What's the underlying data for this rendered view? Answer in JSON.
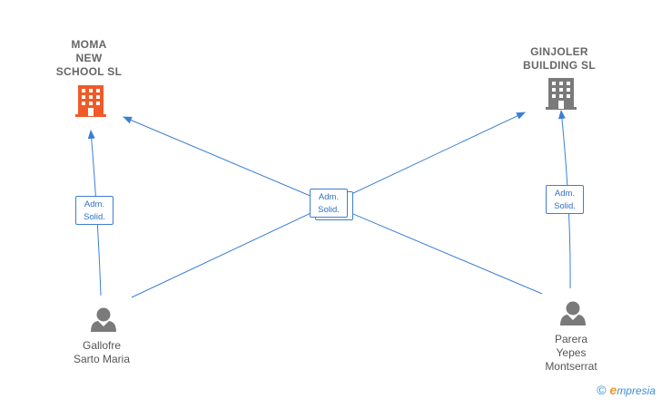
{
  "companies": [
    {
      "name_lines": [
        "MOMA",
        "NEW",
        "SCHOOL  SL"
      ],
      "color": "#f05a28"
    },
    {
      "name_lines": [
        "GINJOLER",
        "BUILDING  SL"
      ],
      "color": "#7a7a7a"
    }
  ],
  "persons": [
    {
      "name_lines": [
        "Gallofre",
        "Sarto Maria"
      ]
    },
    {
      "name_lines": [
        "Parera",
        "Yepes",
        "Montserrat"
      ]
    }
  ],
  "relations": [
    {
      "lines": [
        "Adm.",
        "Solid."
      ]
    },
    {
      "lines": [
        "Adm.",
        "Solid."
      ]
    },
    {
      "lines": [
        "Adm.",
        "Solid."
      ]
    }
  ],
  "edge_color": "#3b7fd4",
  "footer": {
    "copyright": "©",
    "brand_initial": "e",
    "brand_rest": "mpresia"
  }
}
